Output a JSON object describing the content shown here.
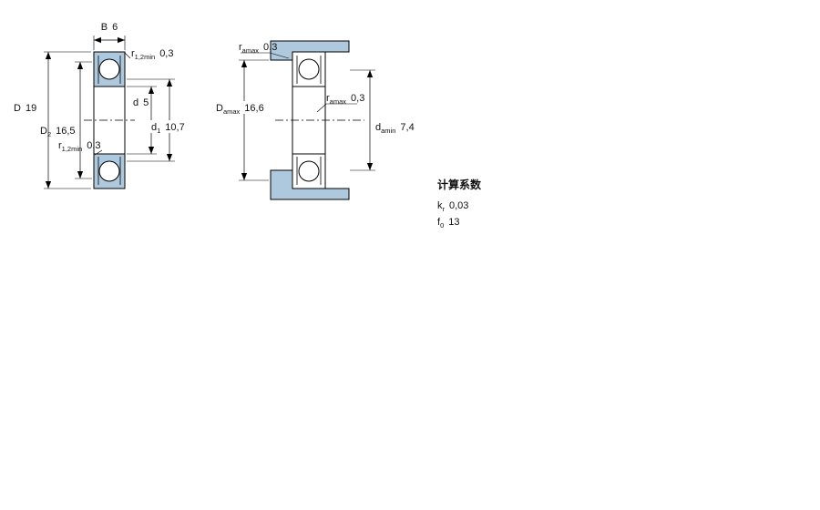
{
  "meta": {
    "background_color": "#ffffff",
    "line_color": "#000000",
    "shade_color": "#aec8dd",
    "drawing_type": "bearing-dimension-drawing"
  },
  "left_view": {
    "dim_B": {
      "sym": "B",
      "sub": "",
      "val": "6"
    },
    "dim_r_top": {
      "sym": "r",
      "sub": "1,2min",
      "val": "0,3"
    },
    "dim_D": {
      "sym": "D",
      "sub": "",
      "val": "19"
    },
    "dim_D2": {
      "sym": "D",
      "sub": "2",
      "val": "16,5"
    },
    "dim_r_bottom": {
      "sym": "r",
      "sub": "1,2min",
      "val": "0,3"
    },
    "dim_d": {
      "sym": "d",
      "sub": "",
      "val": "5"
    },
    "dim_d1": {
      "sym": "d",
      "sub": "1",
      "val": "10,7"
    }
  },
  "right_view": {
    "dim_ra_top": {
      "sym": "r",
      "sub": "amax",
      "val": "0,3"
    },
    "dim_Da": {
      "sym": "D",
      "sub": "amax",
      "val": "16,6"
    },
    "dim_ra_mid": {
      "sym": "r",
      "sub": "amax",
      "val": "0,3"
    },
    "dim_da": {
      "sym": "d",
      "sub": "amin",
      "val": "7,4"
    }
  },
  "calculation_factors": {
    "heading": "计算系数",
    "rows": [
      {
        "sym": "k",
        "sub": "r",
        "val": "0,03"
      },
      {
        "sym": "f",
        "sub": "0",
        "val": "13"
      }
    ]
  }
}
